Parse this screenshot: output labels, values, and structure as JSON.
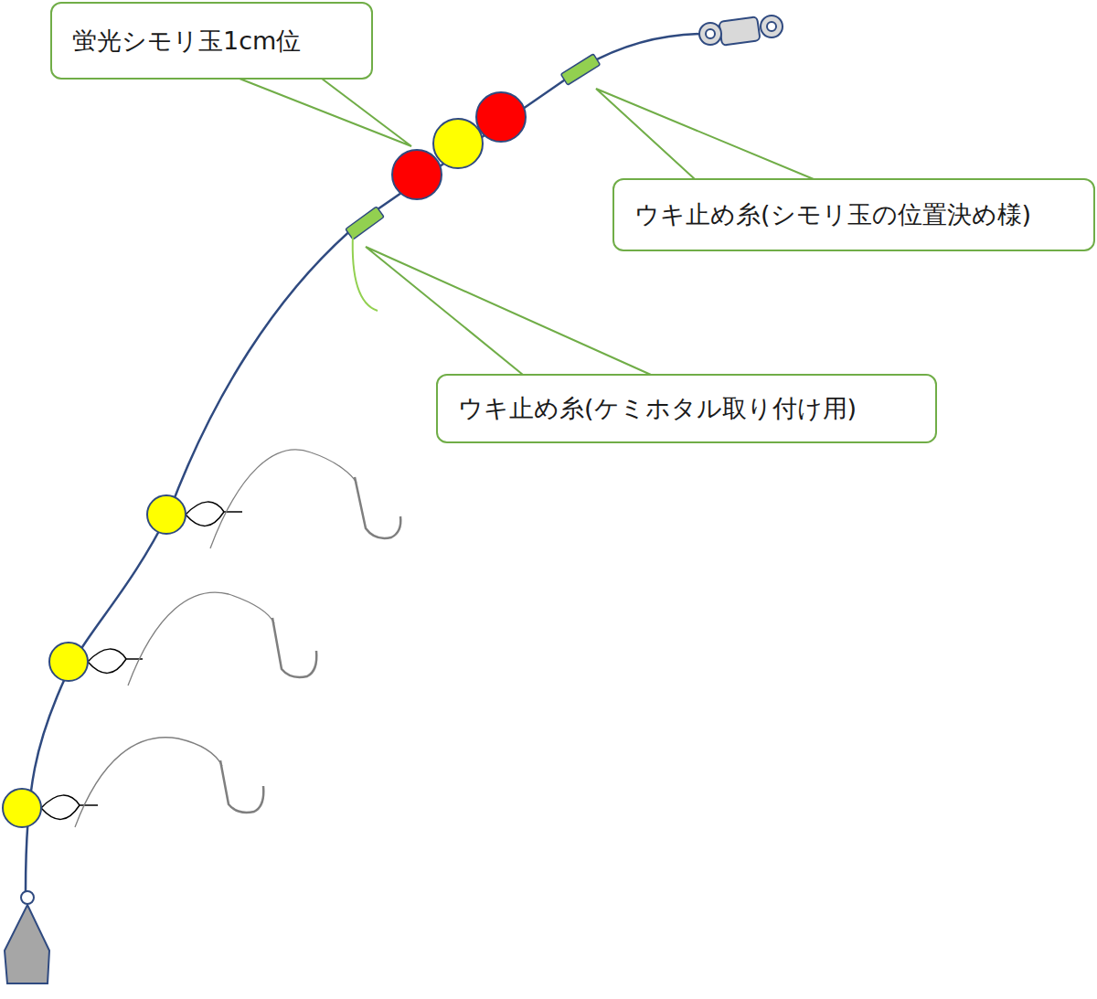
{
  "diagram": {
    "nodes": [
      {
        "text": [
          "蛍光シモリ玉1cm位"
        ]
      },
      {
        "text": [
          "ウキ止め糸(シモリ玉の位置決め様)"
        ]
      },
      {
        "text": [
          "ウキ止め糸(ケミホタル取り付け用)"
        ]
      }
    ]
  }
}
